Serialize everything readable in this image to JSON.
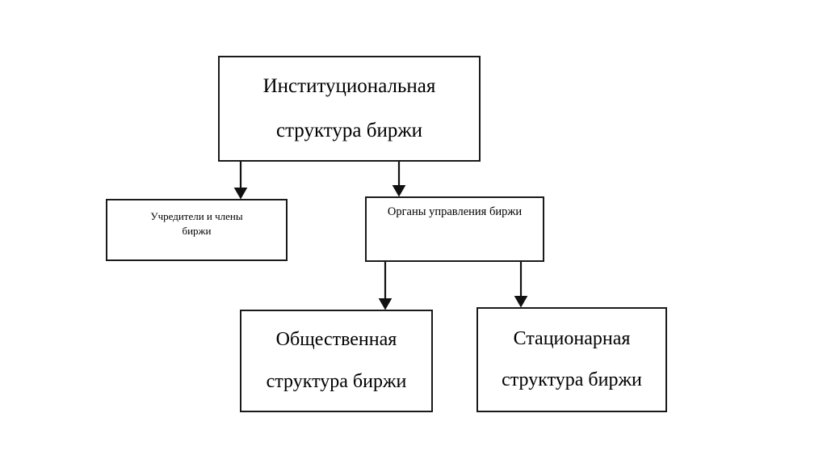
{
  "diagram": {
    "title": "Институциональная структура биржи",
    "background_color": "#ffffff",
    "stroke_color": "#1a1a1a",
    "nodes": {
      "root": {
        "line1": "Институциональная",
        "line2": "структура биржи"
      },
      "founders": {
        "line1": "Учредители и члены",
        "line2": "биржи"
      },
      "governance": {
        "line1": "Органы управления биржи"
      },
      "public": {
        "line1": "Общественная",
        "line2": "структура биржи"
      },
      "stationary": {
        "line1": "Стационарная",
        "line2": "структура биржи"
      }
    },
    "edges": [
      {
        "id": "root-to-founders",
        "from": "root",
        "to": "founders",
        "style": "arrow-down"
      },
      {
        "id": "root-to-governance",
        "from": "root",
        "to": "governance",
        "style": "arrow-down"
      },
      {
        "id": "governance-to-public",
        "from": "governance",
        "to": "public",
        "style": "arrow-down"
      },
      {
        "id": "governance-to-stationary",
        "from": "governance",
        "to": "stationary",
        "style": "arrow-down"
      }
    ]
  }
}
